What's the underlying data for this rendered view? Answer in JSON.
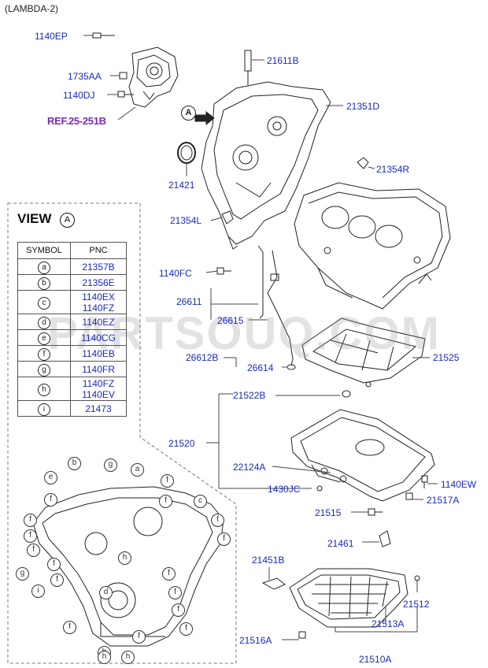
{
  "title": "(LAMBDA-2)",
  "ref_label": "REF.25-251B",
  "watermark": "PARTSOUQ.COM",
  "view": {
    "title": "VIEW",
    "marker": "A"
  },
  "callout_a": "A",
  "table": {
    "col_symbol": "SYMBOL",
    "col_pnc": "PNC",
    "rows": [
      {
        "symbol": "a",
        "pnc": "21357B"
      },
      {
        "symbol": "b",
        "pnc": "21356E"
      },
      {
        "symbol": "c",
        "pnc": "1140EX\n1140FZ"
      },
      {
        "symbol": "d",
        "pnc": "1140EZ"
      },
      {
        "symbol": "e",
        "pnc": "1140CG"
      },
      {
        "symbol": "f",
        "pnc": "1140EB"
      },
      {
        "symbol": "g",
        "pnc": "1140FR"
      },
      {
        "symbol": "h",
        "pnc": "1140FZ\n1140EV"
      },
      {
        "symbol": "i",
        "pnc": "21473"
      }
    ]
  },
  "labels": {
    "l1140ep": "1140EP",
    "l21611b": "21611B",
    "l1735aa": "1735AA",
    "l1140dj": "1140DJ",
    "l21351d": "21351D",
    "l21421": "21421",
    "l21354r": "21354R",
    "l21354l": "21354L",
    "l1140fc": "1140FC",
    "l26611": "26611",
    "l26615": "26615",
    "l26612b": "26612B",
    "l26614": "26614",
    "l21525": "21525",
    "l21522b": "21522B",
    "l21520": "21520",
    "l22124a": "22124A",
    "l1430jc": "1430JC",
    "l1140ew": "1140EW",
    "l21517a": "21517A",
    "l21515": "21515",
    "l21461": "21461",
    "l21451b": "21451B",
    "l21512": "21512",
    "l21513a": "21513A",
    "l21516a": "21516A",
    "l21510a": "21510A"
  },
  "view_callouts": [
    "b",
    "g",
    "a",
    "e",
    "f",
    "c",
    "f",
    "f",
    "f",
    "f",
    "f",
    "f",
    "h",
    "f",
    "f",
    "g",
    "i",
    "d",
    "f",
    "f",
    "f",
    "h",
    "f",
    "f",
    "f",
    "f",
    "h",
    "h"
  ]
}
